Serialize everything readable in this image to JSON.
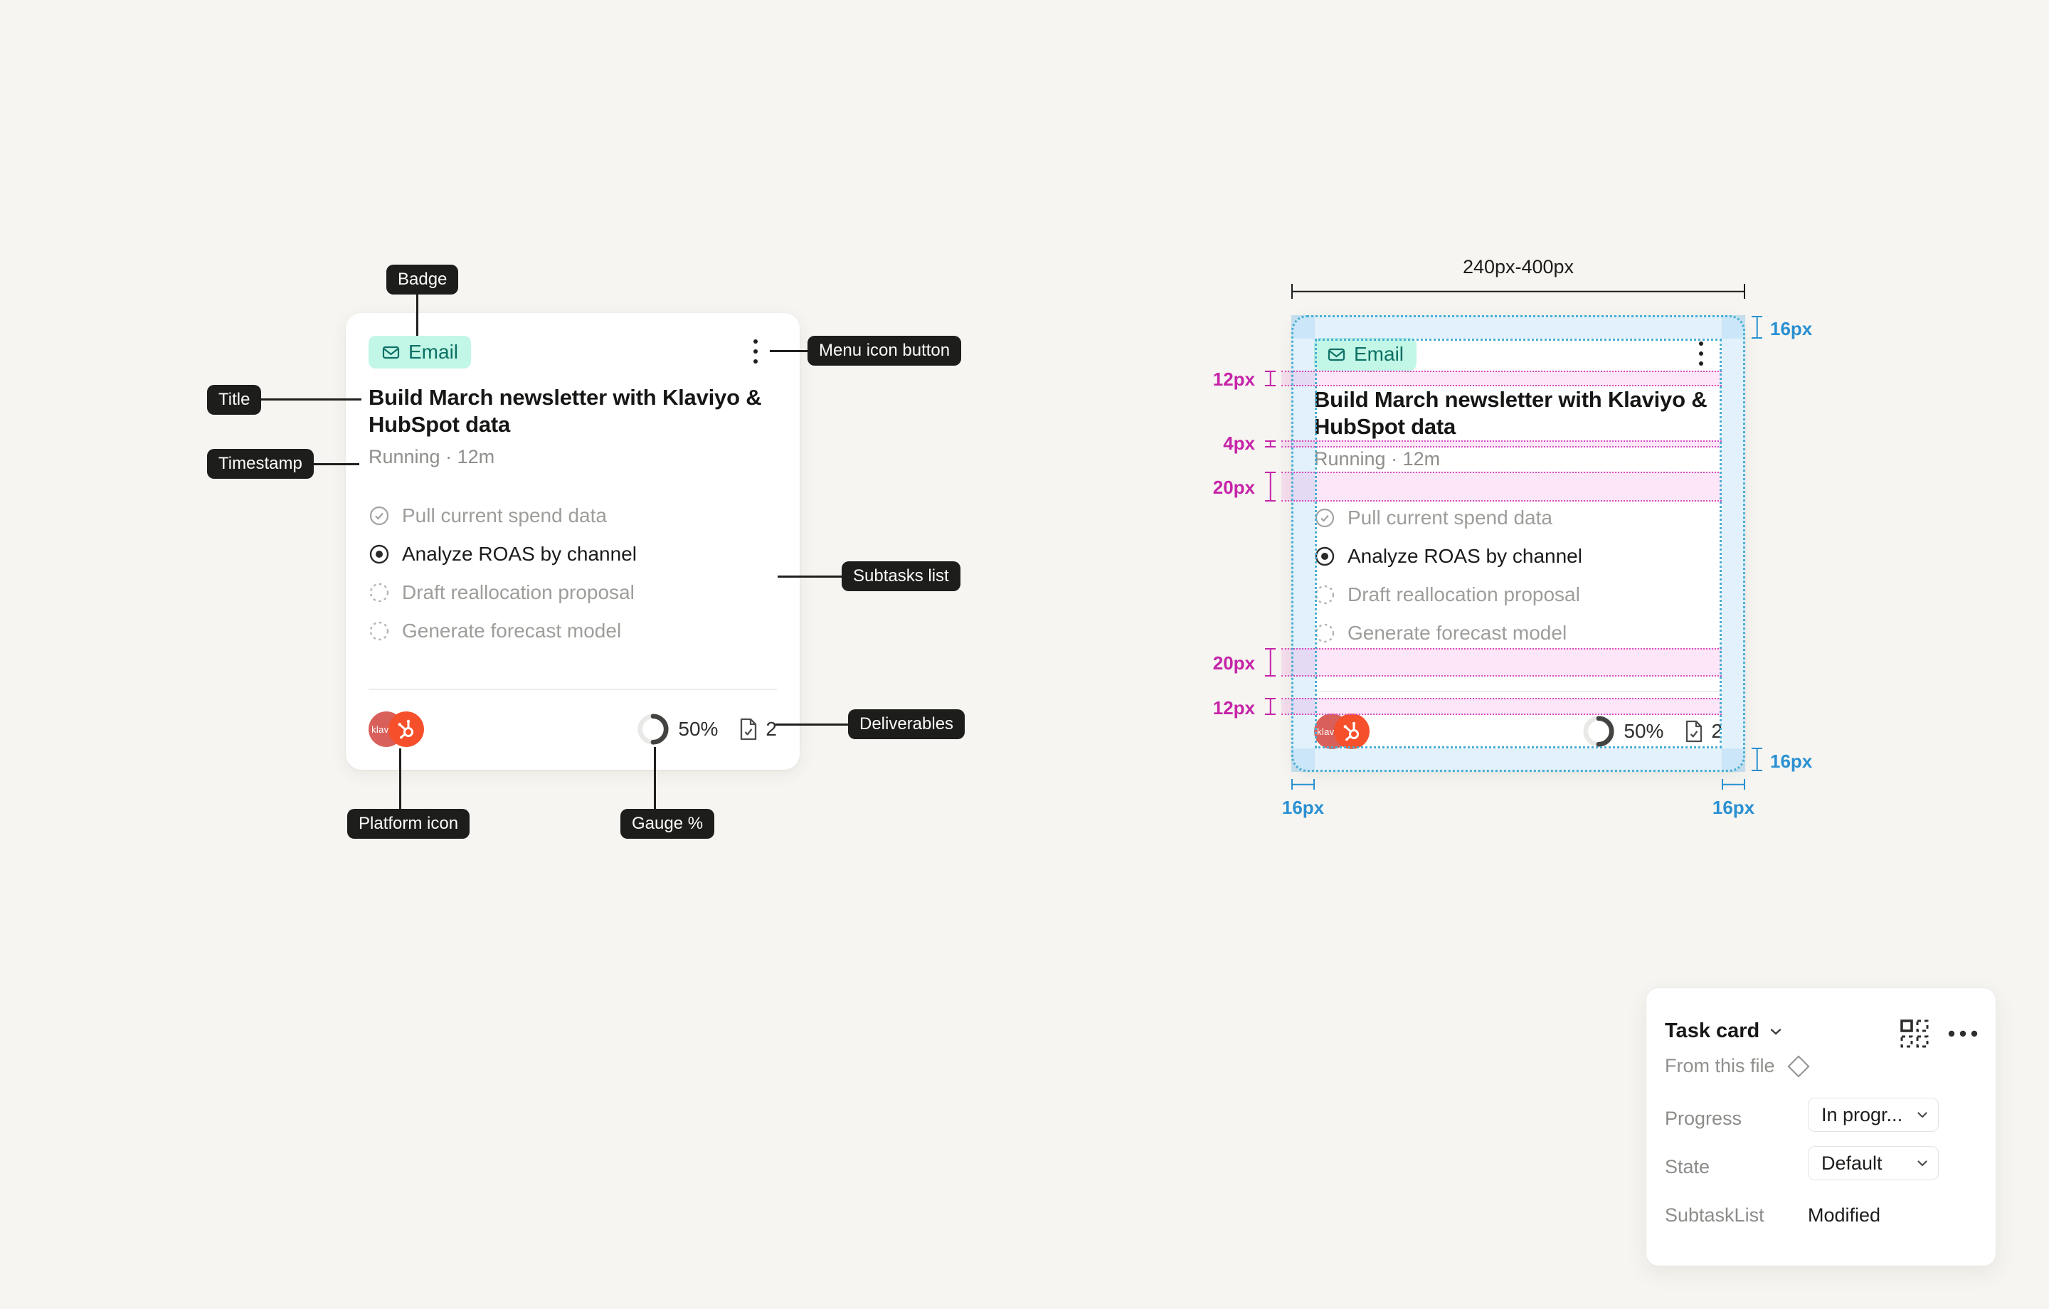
{
  "page_background": "#f6f5f1",
  "card": {
    "badge_label": "Email",
    "title_line1": "Build March newsletter with Klaviyo &",
    "title_line2": "HubSpot data",
    "timestamp": "Running · 12m",
    "subtasks": [
      {
        "label": "Pull current spend data",
        "state": "done"
      },
      {
        "label": "Analyze ROAS by channel",
        "state": "active"
      },
      {
        "label": "Draft reallocation proposal",
        "state": "pending"
      },
      {
        "label": "Generate forecast model",
        "state": "pending"
      }
    ],
    "platforms": [
      {
        "name": "klaviyo"
      },
      {
        "name": "hubspot"
      }
    ],
    "gauge_percent": "50%",
    "deliverables_count": "2"
  },
  "annotations": {
    "badge": "Badge",
    "menu": "Menu icon button",
    "title": "Title",
    "timestamp": "Timestamp",
    "subtasks": "Subtasks list",
    "deliverables": "Deliverables",
    "platform": "Platform icon",
    "gauge": "Gauge %"
  },
  "spec": {
    "width_range_label": "240px-400px",
    "pad_top_label": "16px",
    "pad_bottom_label": "16px",
    "pad_left_label": "16px",
    "pad_right_label": "16px",
    "gap_labels": [
      "12px",
      "4px",
      "20px",
      "20px",
      "12px"
    ]
  },
  "panel": {
    "title": "Task card",
    "source_label": "From this file",
    "rows": [
      {
        "label": "Progress",
        "value": "In progr...",
        "control": "dropdown"
      },
      {
        "label": "State",
        "value": "Default",
        "control": "dropdown"
      },
      {
        "label": "SubtaskList",
        "value": "Modified",
        "control": "text"
      }
    ]
  },
  "colors": {
    "badge_bg": "#c2f6e6",
    "badge_text": "#0c7065",
    "spec_blue": "#2990d2",
    "spec_magenta": "#c623a8",
    "klaviyo_red": "#d9605a",
    "hubspot_orange": "#f5502b",
    "annotation_bg": "#1d1d1b"
  }
}
